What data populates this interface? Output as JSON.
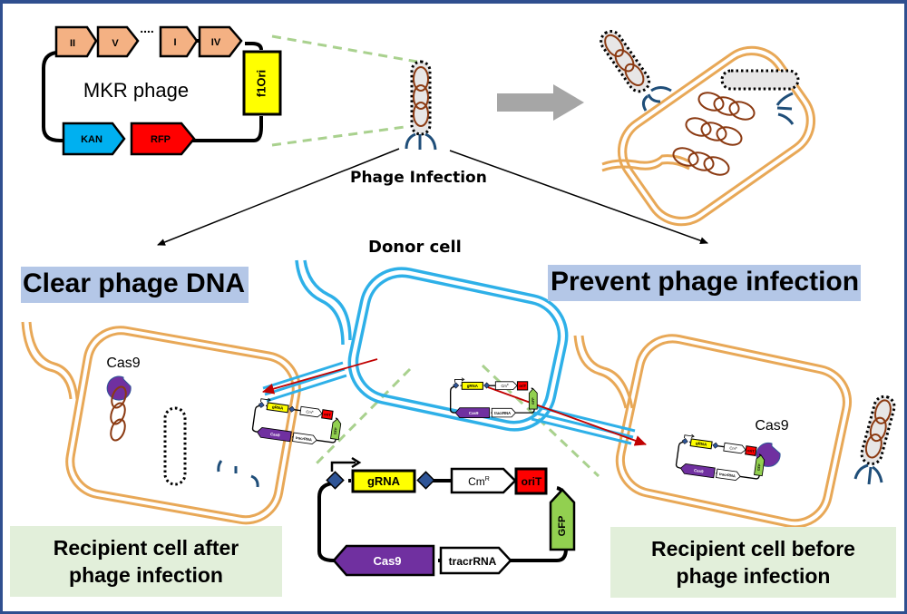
{
  "titles": {
    "phage_infection": "Phage Infection",
    "donor_cell": "Donor cell",
    "clear_phage_dna": "Clear phage DNA",
    "prevent_phage_infection": "Prevent phage infection"
  },
  "recipient_labels": {
    "after": [
      "Recipient cell after",
      "phage infection"
    ],
    "before": [
      "Recipient cell before",
      "phage infection"
    ]
  },
  "mkr_phage": {
    "name": "MKR phage",
    "genes_top": [
      "II",
      "V",
      "I",
      "IV"
    ],
    "ellipsis": "....",
    "origin": "f1Ori",
    "genes_bottom": [
      "KAN",
      "RFP"
    ]
  },
  "plasmid": {
    "grna": "gRNA",
    "cmr": "Cm",
    "cmr_superscript": "R",
    "orit": "oriT",
    "gfp": "GFP",
    "cas9": "Cas9",
    "tracrrna": "tracrRNA"
  },
  "cas9_label": "Cas9",
  "colors": {
    "frame": "#2f4f8f",
    "recipient_membrane": "#e8a857",
    "donor_membrane": "#2eb0e8",
    "phage_dna": "#8b3a12",
    "tail_fiber": "#1f4e79",
    "title_bg": "#b4c7e7",
    "label_bg": "#e2efda",
    "phage_gene": "#f4b183",
    "kan": "#00b0f0",
    "rfp": "#ff0000",
    "f1ori": "#ffff00",
    "grna": "#ffff00",
    "orit": "#ff0000",
    "gfp": "#92d050",
    "cas9": "#7030a0",
    "promoter_site": "#2f5597",
    "transfer_arrow": "#c00000",
    "zoom_lines": "#a9d18e",
    "big_arrow": "#a6a6a6"
  }
}
